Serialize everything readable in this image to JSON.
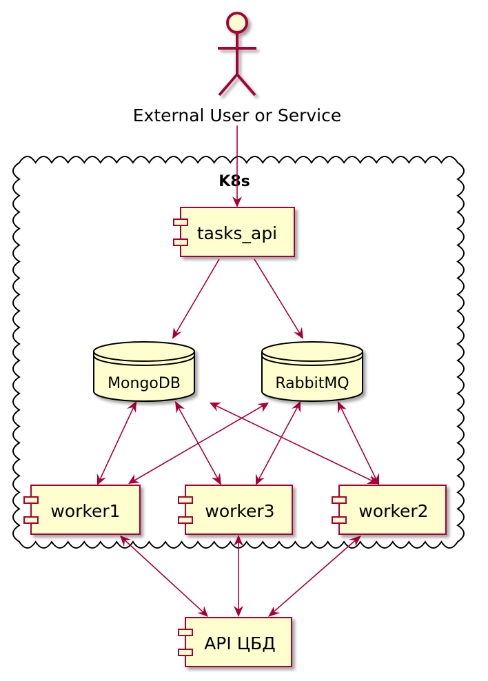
{
  "colors": {
    "fill": "#FEFECE",
    "border": "#A80036",
    "arrow": "#A80036",
    "cloud_border": "#000000",
    "shadow": "#C8C8C8",
    "text": "#000000"
  },
  "actor": {
    "label": "External User or Service",
    "icon": "stick-figure-icon"
  },
  "cloud": {
    "label": "K8s"
  },
  "components": {
    "tasks_api": "tasks_api",
    "worker1": "worker1",
    "worker3": "worker3",
    "worker2": "worker2",
    "api_cbd": "API ЦБД"
  },
  "databases": {
    "mongodb": "MongoDB",
    "rabbitmq": "RabbitMQ"
  },
  "edges": [
    {
      "from": "External User or Service",
      "to": "tasks_api",
      "direction": "to"
    },
    {
      "from": "tasks_api",
      "to": "MongoDB",
      "direction": "to"
    },
    {
      "from": "tasks_api",
      "to": "RabbitMQ",
      "direction": "to"
    },
    {
      "from": "MongoDB",
      "to": "worker1",
      "direction": "both"
    },
    {
      "from": "MongoDB",
      "to": "worker3",
      "direction": "both"
    },
    {
      "from": "MongoDB",
      "to": "worker2",
      "direction": "both"
    },
    {
      "from": "RabbitMQ",
      "to": "worker1",
      "direction": "both"
    },
    {
      "from": "RabbitMQ",
      "to": "worker3",
      "direction": "both"
    },
    {
      "from": "RabbitMQ",
      "to": "worker2",
      "direction": "both"
    },
    {
      "from": "worker1",
      "to": "API ЦБД",
      "direction": "both"
    },
    {
      "from": "worker3",
      "to": "API ЦБД",
      "direction": "both"
    },
    {
      "from": "worker2",
      "to": "API ЦБД",
      "direction": "both"
    }
  ]
}
